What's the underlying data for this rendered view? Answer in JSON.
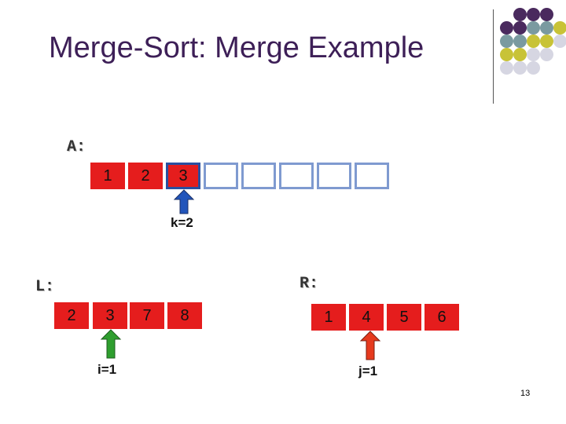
{
  "slide": {
    "title": "Merge-Sort: Merge Example",
    "page_number": "13"
  },
  "arrays": {
    "A": {
      "label": "A:",
      "cells": [
        "1",
        "2",
        "3",
        "",
        "",
        "",
        "",
        ""
      ],
      "pointer_label": "k=2"
    },
    "L": {
      "label": "L:",
      "cells": [
        "2",
        "3",
        "7",
        "8"
      ],
      "pointer_label": "i=1"
    },
    "R": {
      "label": "R:",
      "cells": [
        "1",
        "4",
        "5",
        "6"
      ],
      "pointer_label": "j=1"
    }
  },
  "colors": {
    "title": "#3d1f57",
    "filled_cell": "#e51d1d",
    "empty_cell_border": "#7f9ad0",
    "current_cell_border": "#2a4fa0",
    "k_arrow": "#2255bb",
    "i_arrow": "#2e9e2e",
    "j_arrow": "#e63a1e",
    "dot_purple": "#4a2a5e",
    "dot_teal": "#7a9aa0",
    "dot_olive": "#c8c337",
    "dot_light": "#d6d6e2"
  }
}
